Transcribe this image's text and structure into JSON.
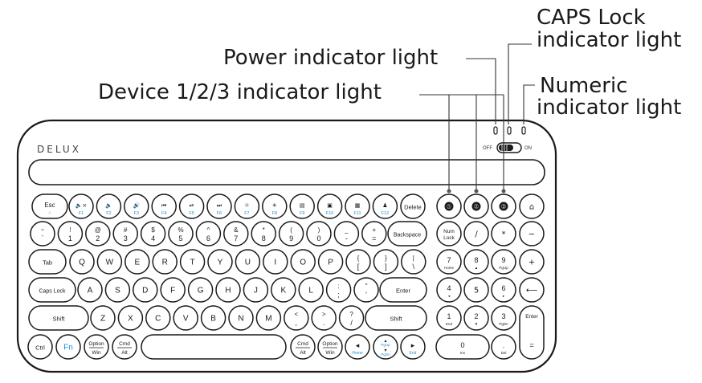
{
  "callouts": {
    "caps_line1": "CAPS Lock",
    "caps_line2": "indicator light",
    "power": "Power indicator light",
    "device": "Device 1/2/3 indicator light",
    "numeric_line1": "Numeric",
    "numeric_line2": "indicator light"
  },
  "brand": "DELUX",
  "switch": {
    "off": "OFF",
    "on": "ON"
  },
  "fn_color": "#1f8fd6",
  "rows": [
    [
      {
        "id": "esc",
        "main": "Esc",
        "sub": "⌂",
        "shape": "pill",
        "x": 40,
        "w": 50
      },
      {
        "id": "f1",
        "top": "🔈×",
        "sub": "F1"
      },
      {
        "id": "f2",
        "top": "🔈",
        "sub": "F2"
      },
      {
        "id": "f3",
        "top": "🔊",
        "sub": "F3"
      },
      {
        "id": "f4",
        "top": "⏮",
        "sub": "F4"
      },
      {
        "id": "f5",
        "top": "⏯",
        "sub": "F5"
      },
      {
        "id": "f6",
        "top": "⏭",
        "sub": "F6"
      },
      {
        "id": "f7",
        "top": "☼",
        "sub": "F7"
      },
      {
        "id": "f8",
        "top": "☀",
        "sub": "F8"
      },
      {
        "id": "f9",
        "top": "▤",
        "sub": "F9"
      },
      {
        "id": "f10",
        "top": "▣",
        "sub": "F10"
      },
      {
        "id": "f11",
        "top": "▦",
        "sub": "F11"
      },
      {
        "id": "f12",
        "top": "♟",
        "sub": "F12"
      },
      {
        "id": "delete",
        "main": "Delete"
      }
    ],
    [
      {
        "id": "tilde",
        "top": "~",
        "bot": "`"
      },
      {
        "id": "k1",
        "top": "!",
        "bot": "1"
      },
      {
        "id": "k2",
        "top": "@",
        "bot": "2"
      },
      {
        "id": "k3",
        "top": "#",
        "bot": "3"
      },
      {
        "id": "k4",
        "top": "$",
        "bot": "4"
      },
      {
        "id": "k5",
        "top": "%",
        "bot": "5"
      },
      {
        "id": "k6",
        "top": "^",
        "bot": "6"
      },
      {
        "id": "k7",
        "top": "&",
        "bot": "7"
      },
      {
        "id": "k8",
        "top": "*",
        "bot": "8"
      },
      {
        "id": "k9",
        "top": "(",
        "bot": "9"
      },
      {
        "id": "k0",
        "top": ")",
        "bot": "0"
      },
      {
        "id": "minus",
        "top": "_",
        "bot": "-"
      },
      {
        "id": "equal",
        "top": "+",
        "bot": "="
      },
      {
        "id": "backspace",
        "main": "Backspace",
        "shape": "pill"
      }
    ],
    [
      {
        "id": "tab",
        "main": "Tab",
        "shape": "pill"
      },
      {
        "id": "q",
        "main": "Q"
      },
      {
        "id": "w",
        "main": "W"
      },
      {
        "id": "e",
        "main": "E"
      },
      {
        "id": "r",
        "main": "R"
      },
      {
        "id": "t",
        "main": "T"
      },
      {
        "id": "y",
        "main": "Y"
      },
      {
        "id": "u",
        "main": "U"
      },
      {
        "id": "i",
        "main": "I"
      },
      {
        "id": "o",
        "main": "O"
      },
      {
        "id": "p",
        "main": "P"
      },
      {
        "id": "lbracket",
        "top": "{",
        "bot": "["
      },
      {
        "id": "rbracket",
        "top": "}",
        "bot": "]"
      },
      {
        "id": "backslash",
        "top": "|",
        "bot": "\\"
      }
    ],
    [
      {
        "id": "capslock",
        "main": "Caps Lock",
        "shape": "pill"
      },
      {
        "id": "a",
        "main": "A"
      },
      {
        "id": "s",
        "main": "S"
      },
      {
        "id": "d",
        "main": "D"
      },
      {
        "id": "f",
        "main": "F"
      },
      {
        "id": "g",
        "main": "G"
      },
      {
        "id": "h",
        "main": "H"
      },
      {
        "id": "j",
        "main": "J"
      },
      {
        "id": "k",
        "main": "K"
      },
      {
        "id": "l",
        "main": "L"
      },
      {
        "id": "semicolon",
        "top": ":",
        "bot": ";"
      },
      {
        "id": "quote",
        "top": "\"",
        "bot": "'"
      },
      {
        "id": "enter",
        "main": "Enter",
        "shape": "pill"
      }
    ],
    [
      {
        "id": "lshift",
        "main": "Shift",
        "shape": "pill"
      },
      {
        "id": "z",
        "main": "Z"
      },
      {
        "id": "x",
        "main": "X"
      },
      {
        "id": "c",
        "main": "C"
      },
      {
        "id": "v",
        "main": "V"
      },
      {
        "id": "b",
        "main": "B"
      },
      {
        "id": "n",
        "main": "N"
      },
      {
        "id": "m",
        "main": "M"
      },
      {
        "id": "comma",
        "top": "<",
        "bot": ","
      },
      {
        "id": "period",
        "top": ">",
        "bot": "."
      },
      {
        "id": "slash",
        "top": "?",
        "bot": "/"
      },
      {
        "id": "rshift",
        "main": "Shift",
        "shape": "pill"
      }
    ],
    [
      {
        "id": "ctrl",
        "main": "Ctrl"
      },
      {
        "id": "fn",
        "main": "Fn",
        "blue": true
      },
      {
        "id": "loption",
        "top": "Option",
        "bot": "Win",
        "rule": true
      },
      {
        "id": "lcmd",
        "top": "Cmd",
        "bot": "Alt",
        "rule": true
      },
      {
        "id": "space",
        "main": "",
        "shape": "pill"
      },
      {
        "id": "rcmd",
        "top": "Cmd",
        "bot": "Alt",
        "rule": true
      },
      {
        "id": "roption",
        "top": "Option",
        "bot": "Win",
        "rule": true
      },
      {
        "id": "left",
        "main": "◂",
        "sub": "Home"
      },
      {
        "id": "updown",
        "top": "▴",
        "toptxt": "PgUp",
        "bot": "▾",
        "bottxt": "PgDn"
      },
      {
        "id": "right",
        "main": "▸",
        "sub": "End"
      }
    ]
  ],
  "numpad": [
    {
      "id": "dev1",
      "main": "⓵",
      "dev": true
    },
    {
      "id": "dev2",
      "main": "⓶",
      "dev": true
    },
    {
      "id": "dev3",
      "main": "⓷",
      "dev": true
    },
    {
      "id": "home",
      "main": "⌂"
    },
    {
      "id": "numlock",
      "top": "Num",
      "bot": "Lock"
    },
    {
      "id": "ndiv",
      "main": "/"
    },
    {
      "id": "nmul",
      "main": "*"
    },
    {
      "id": "nminus",
      "main": "−"
    },
    {
      "id": "n7",
      "main": "7",
      "sub": "Home"
    },
    {
      "id": "n8",
      "main": "8",
      "sub": "▲"
    },
    {
      "id": "n9",
      "main": "9",
      "sub": "PgUp"
    },
    {
      "id": "nplus",
      "main": "+"
    },
    {
      "id": "n4",
      "main": "4",
      "sub": "◂"
    },
    {
      "id": "n5",
      "main": "5"
    },
    {
      "id": "n6",
      "main": "6",
      "sub": "▸"
    },
    {
      "id": "nback",
      "main": "⟵"
    },
    {
      "id": "n1",
      "main": "1",
      "sub": "End"
    },
    {
      "id": "n2",
      "main": "2",
      "sub": "▼"
    },
    {
      "id": "n3",
      "main": "3",
      "sub": "PgDn"
    },
    {
      "id": "nenter",
      "main": "Enter"
    },
    {
      "id": "n0",
      "main": "0",
      "sub": "Ins"
    },
    {
      "id": "ndot",
      "main": ".",
      "sub": "Del"
    },
    {
      "id": "neq",
      "main": "="
    }
  ]
}
